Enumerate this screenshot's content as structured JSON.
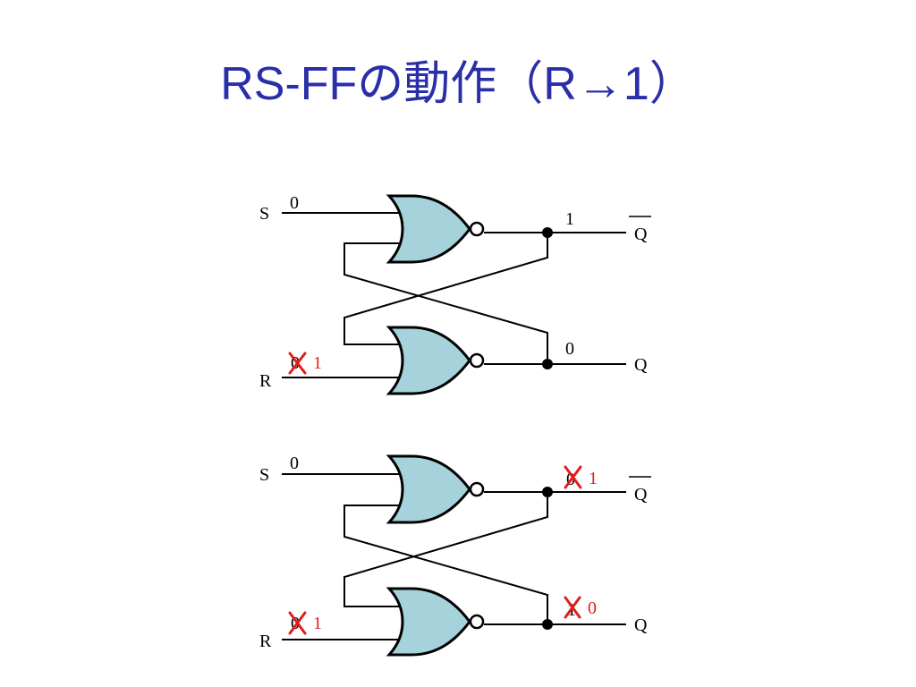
{
  "slide": {
    "title": "RS-FFの動作（R→1）"
  },
  "colors": {
    "title": "#2a2ea8",
    "gate_fill": "#a6d3db",
    "change_mark": "#e01e1e"
  },
  "circuit_top": {
    "s_label": "S",
    "r_label": "R",
    "q_bar_label": "Q",
    "q_label": "Q",
    "s_value": "0",
    "r_old_value": "0",
    "r_new_value": "1",
    "q_bar_value": "1",
    "q_value": "0"
  },
  "circuit_bottom": {
    "s_label": "S",
    "r_label": "R",
    "q_bar_label": "Q",
    "q_label": "Q",
    "s_value": "0",
    "r_old_value": "0",
    "r_new_value": "1",
    "q_bar_old_value": "0",
    "q_bar_new_value": "1",
    "q_old_value": "1",
    "q_new_value": "0"
  }
}
